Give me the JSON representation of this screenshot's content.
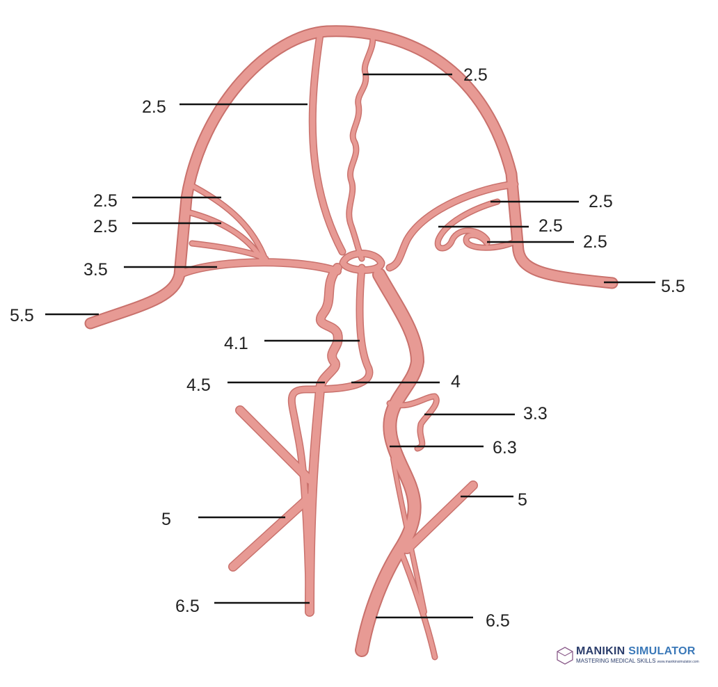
{
  "labels": {
    "sss": "2.5",
    "falx": "2.5",
    "left_upper": "2.5",
    "left_mid": "2.5",
    "left_lower": "3.5",
    "left_end": "5.5",
    "right_upper": "2.5",
    "right_mid": "2.5",
    "right_lower": "2.5",
    "right_end": "5.5",
    "vertebral_twist": "4.1",
    "vertebral_loop": "4.5",
    "basilar": "4",
    "right_loop": "3.3",
    "carotid": "6.3",
    "left_cross": "5",
    "right_cross": "5",
    "left_base": "6.5",
    "right_base": "6.5"
  },
  "logo": {
    "title_a": "MANIKIN",
    "title_b": "SIMULATOR",
    "tagline": "MASTERING MEDICAL SKILLS",
    "url": "www.manikinsimulator.com"
  },
  "colors": {
    "vessel": "#e79a94",
    "vessel_shade": "#c9716c",
    "logo": "#2b3d6b"
  }
}
